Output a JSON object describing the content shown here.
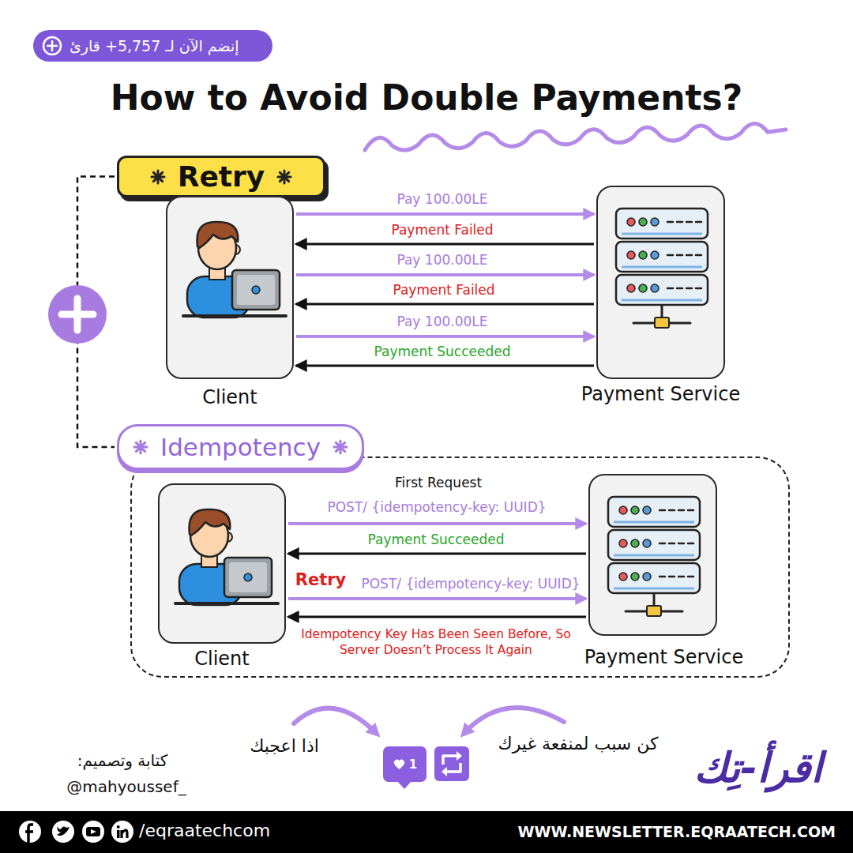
{
  "diagram": {
    "title": "How to Avoid Double Payments?",
    "nodes": [
      {
        "text": [
          "إنضم الآن لـ 5,757+ قارئ"
        ]
      },
      {
        "text": [
          "Retry"
        ]
      },
      {
        "text": [
          "Client"
        ]
      },
      {
        "text": [
          "Payment Service"
        ]
      },
      {
        "text": [
          "Idempotency"
        ]
      },
      {
        "text": [
          "Client"
        ],
        "in": 4
      },
      {
        "text": [
          "Payment Service"
        ],
        "in": 4
      },
      {
        "text": [
          "1"
        ]
      },
      {
        "text": [
          "/eqraatechcom",
          "WWW.NEWSLETTER.EQRAATECH.COM"
        ]
      }
    ],
    "edges": [
      {
        "from": 2,
        "to": 3,
        "arrow": "to",
        "label": "Pay 100.00LE"
      },
      {
        "from": 3,
        "to": 2,
        "arrow": "to",
        "label": "Payment Failed"
      },
      {
        "from": 2,
        "to": 3,
        "arrow": "to",
        "label": "Pay 100.00LE"
      },
      {
        "from": 3,
        "to": 2,
        "arrow": "to",
        "label": "Payment Failed"
      },
      {
        "from": 2,
        "to": 3,
        "arrow": "to",
        "label": "Pay 100.00LE"
      },
      {
        "from": 3,
        "to": 2,
        "arrow": "to",
        "label": "Payment Succeeded"
      },
      {
        "from": 5,
        "to": 6,
        "arrow": "to",
        "label": "POST/ {idempotency-key: UUID}"
      },
      {
        "from": 6,
        "to": 5,
        "arrow": "to",
        "label": "Payment Succeeded"
      },
      {
        "from": 5,
        "to": 6,
        "arrow": "to",
        "label": "POST/ {idempotency-key: UUID}"
      },
      {
        "from": 6,
        "to": 5,
        "arrow": "to",
        "label": "Idempotency Key Has Been Seen Before, So Server Doesn’t Process It Again"
      },
      {
        "from": 1,
        "to": 4,
        "arrow": "none"
      }
    ],
    "labels": [
      "First Request",
      "Retry",
      "اذا اعجبك",
      "كن سبب لمنفعة غيرك",
      "كتابة وتصميم:",
      "@mahyoussef_",
      "اقرأ-تِك"
    ]
  }
}
